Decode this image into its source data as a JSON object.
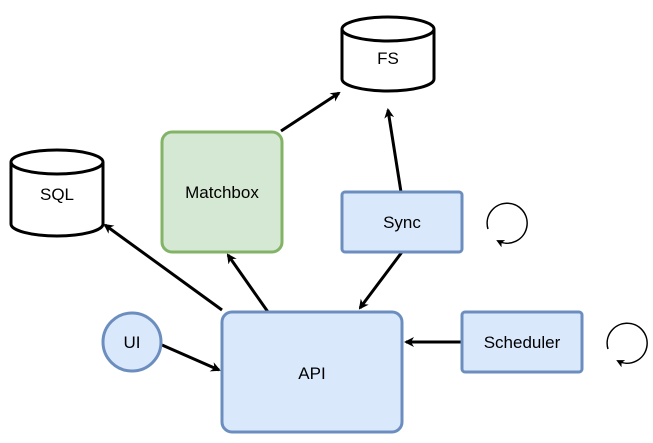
{
  "diagram": {
    "nodes": {
      "fs": {
        "label": "FS",
        "shape": "cylinder"
      },
      "sql": {
        "label": "SQL",
        "shape": "cylinder"
      },
      "matchbox": {
        "label": "Matchbox",
        "shape": "rounded-rect"
      },
      "sync": {
        "label": "Sync",
        "shape": "rect"
      },
      "ui": {
        "label": "UI",
        "shape": "circle"
      },
      "api": {
        "label": "API",
        "shape": "rounded-rect"
      },
      "scheduler": {
        "label": "Scheduler",
        "shape": "rect"
      }
    },
    "edges": [
      {
        "from": "matchbox",
        "to": "fs"
      },
      {
        "from": "sync",
        "to": "fs"
      },
      {
        "from": "api",
        "to": "sql"
      },
      {
        "from": "api",
        "to": "matchbox"
      },
      {
        "from": "sync",
        "to": "api"
      },
      {
        "from": "ui",
        "to": "api"
      },
      {
        "from": "scheduler",
        "to": "api"
      }
    ],
    "loop_indicators": [
      "sync",
      "scheduler"
    ],
    "colors": {
      "blue_fill": "#dae8fc",
      "blue_stroke": "#6c8ebf",
      "green_fill": "#d5e8d4",
      "green_stroke": "#82b366",
      "line": "#000000"
    }
  }
}
